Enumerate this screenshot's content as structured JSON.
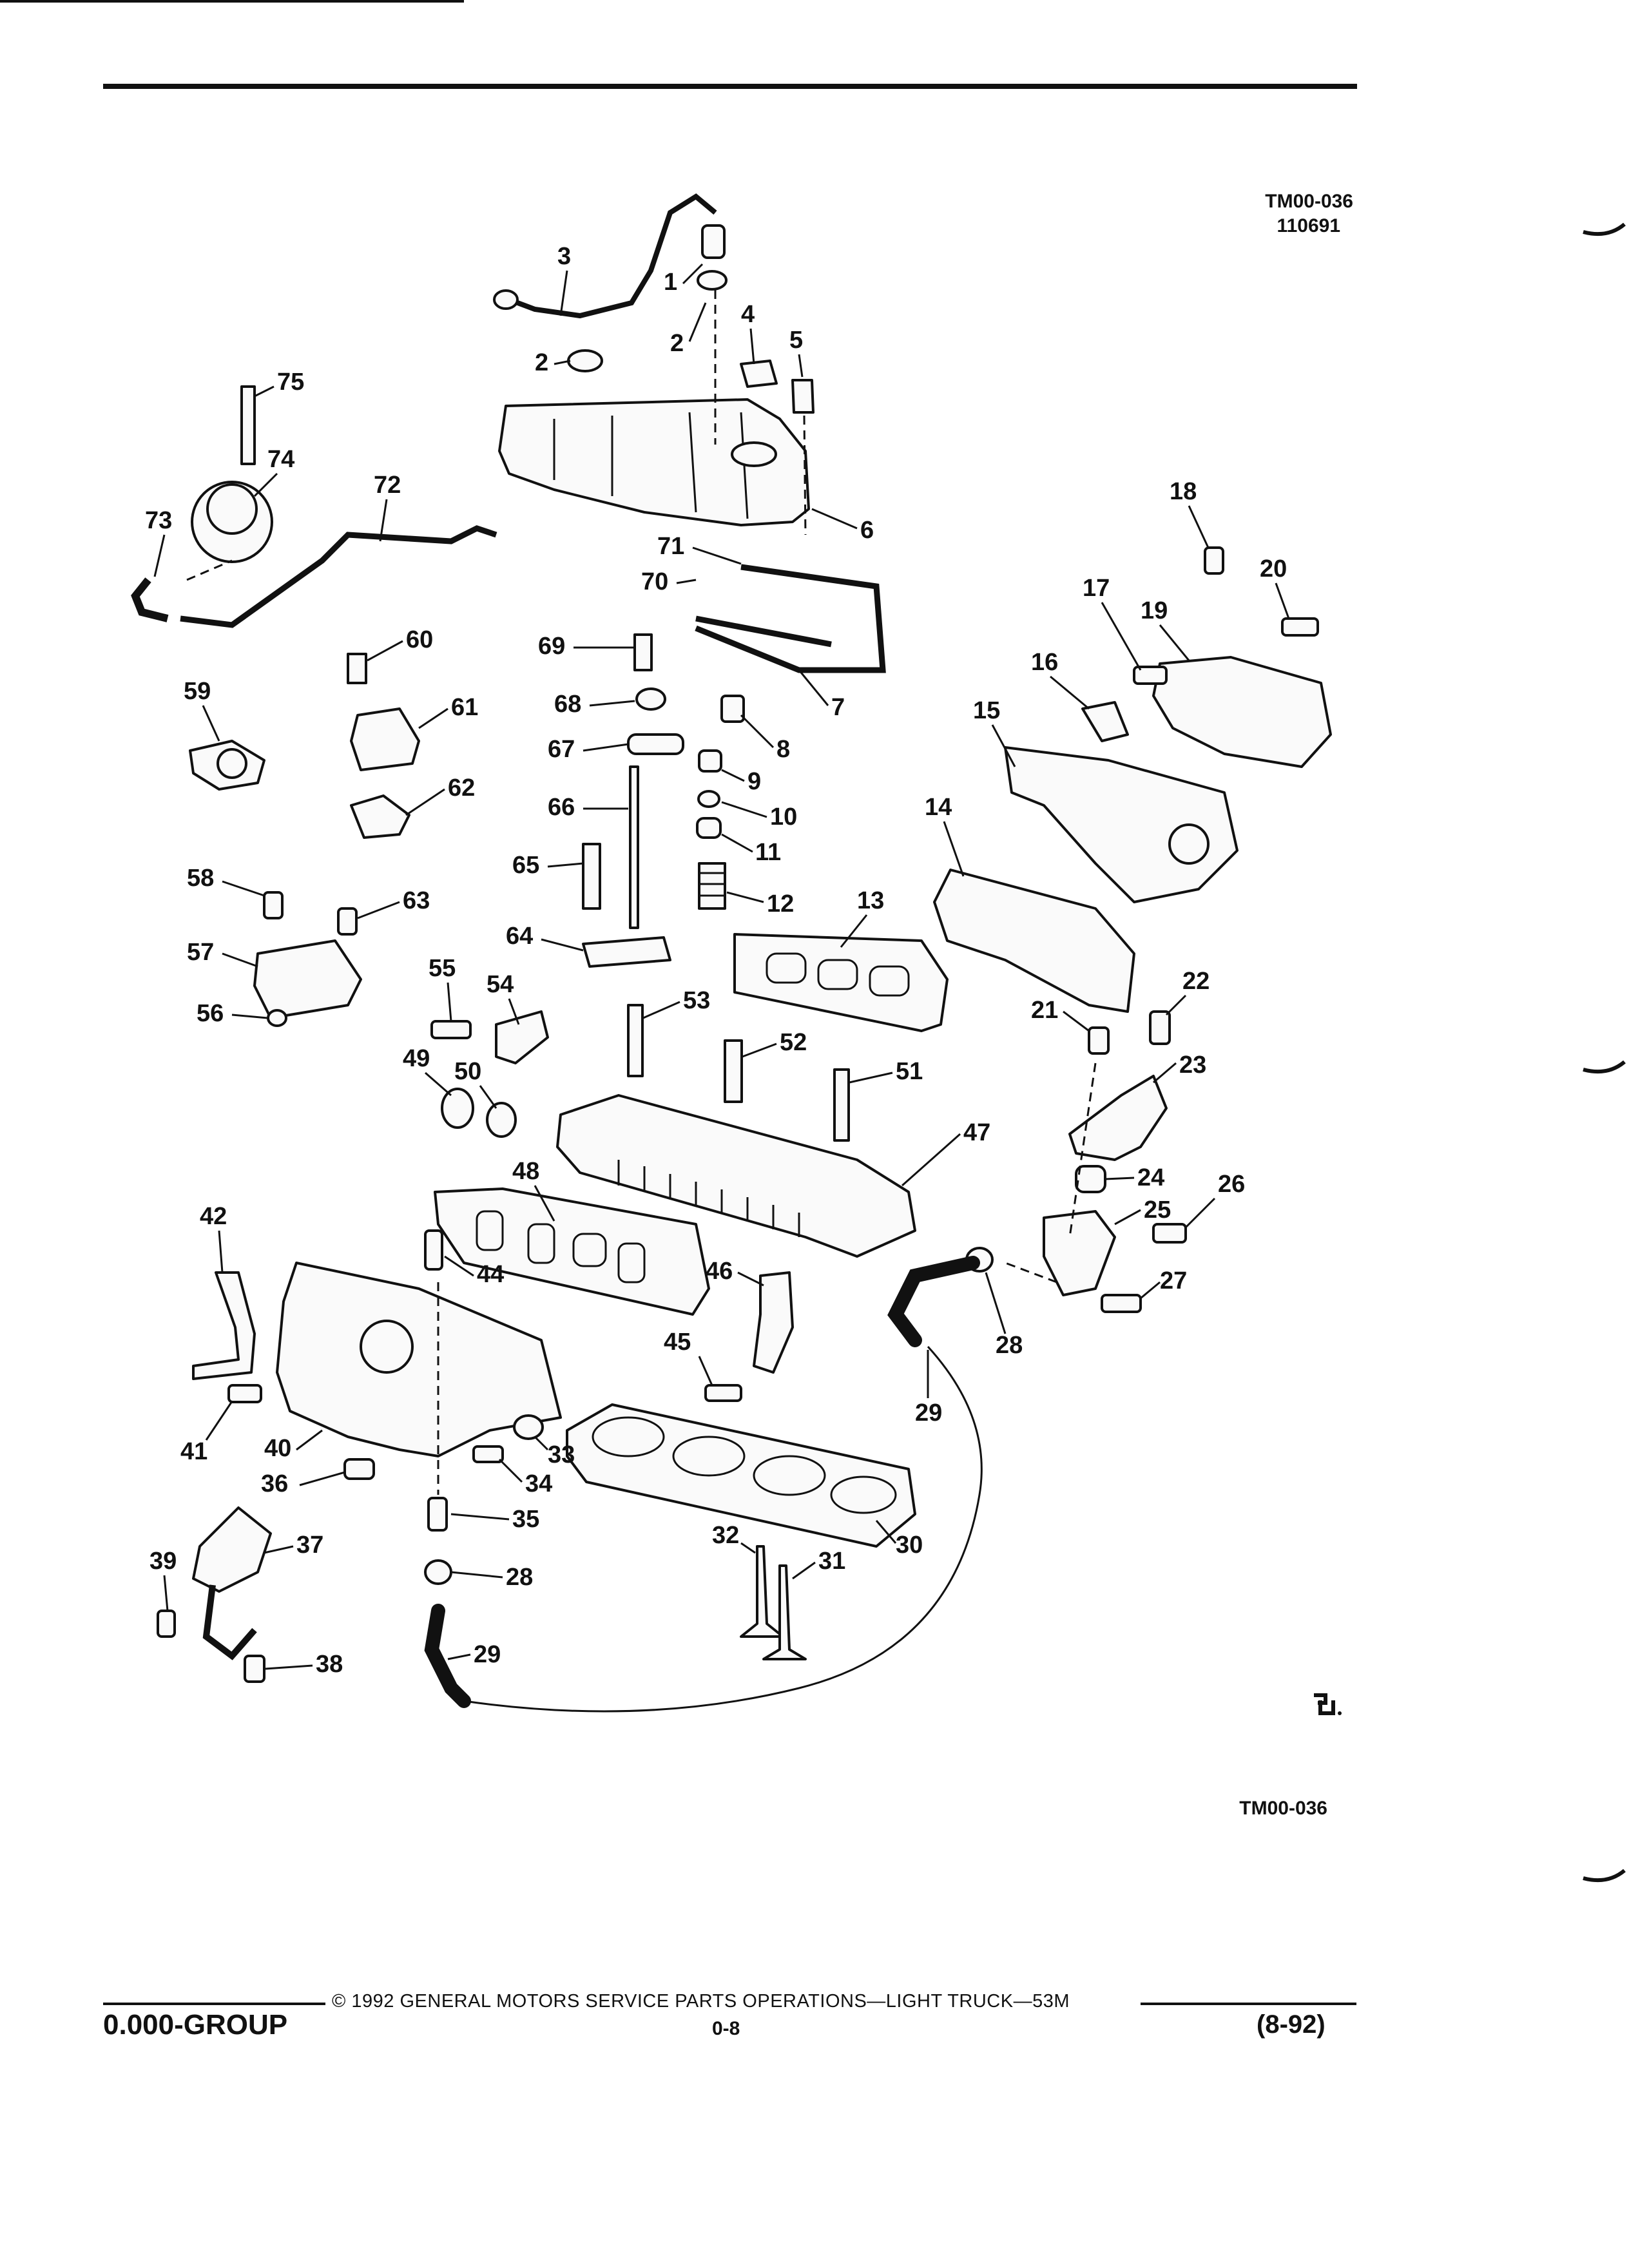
{
  "figure": {
    "ref_code": "TM00-036",
    "ref_date": "110691",
    "bottom_ref": "TM00-036"
  },
  "footer": {
    "group": "0.000-GROUP",
    "copyright": "© 1992 GENERAL MOTORS SERVICE PARTS OPERATIONS—LIGHT TRUCK—53M",
    "page": "0-8",
    "date": "(8-92)"
  },
  "callouts": [
    "1",
    "2",
    "2",
    "3",
    "4",
    "5",
    "6",
    "7",
    "8",
    "9",
    "10",
    "11",
    "12",
    "13",
    "14",
    "15",
    "16",
    "17",
    "18",
    "19",
    "20",
    "21",
    "22",
    "23",
    "24",
    "25",
    "26",
    "27",
    "28",
    "28",
    "29",
    "29",
    "30",
    "31",
    "32",
    "33",
    "34",
    "35",
    "36",
    "37",
    "38",
    "39",
    "40",
    "41",
    "42",
    "44",
    "45",
    "46",
    "47",
    "48",
    "49",
    "50",
    "51",
    "52",
    "53",
    "54",
    "55",
    "56",
    "57",
    "58",
    "59",
    "60",
    "61",
    "62",
    "63",
    "64",
    "65",
    "66",
    "67",
    "68",
    "69",
    "70",
    "71",
    "72",
    "73",
    "74",
    "75"
  ],
  "colors": {
    "ink": "#111111",
    "paper": "#ffffff"
  }
}
